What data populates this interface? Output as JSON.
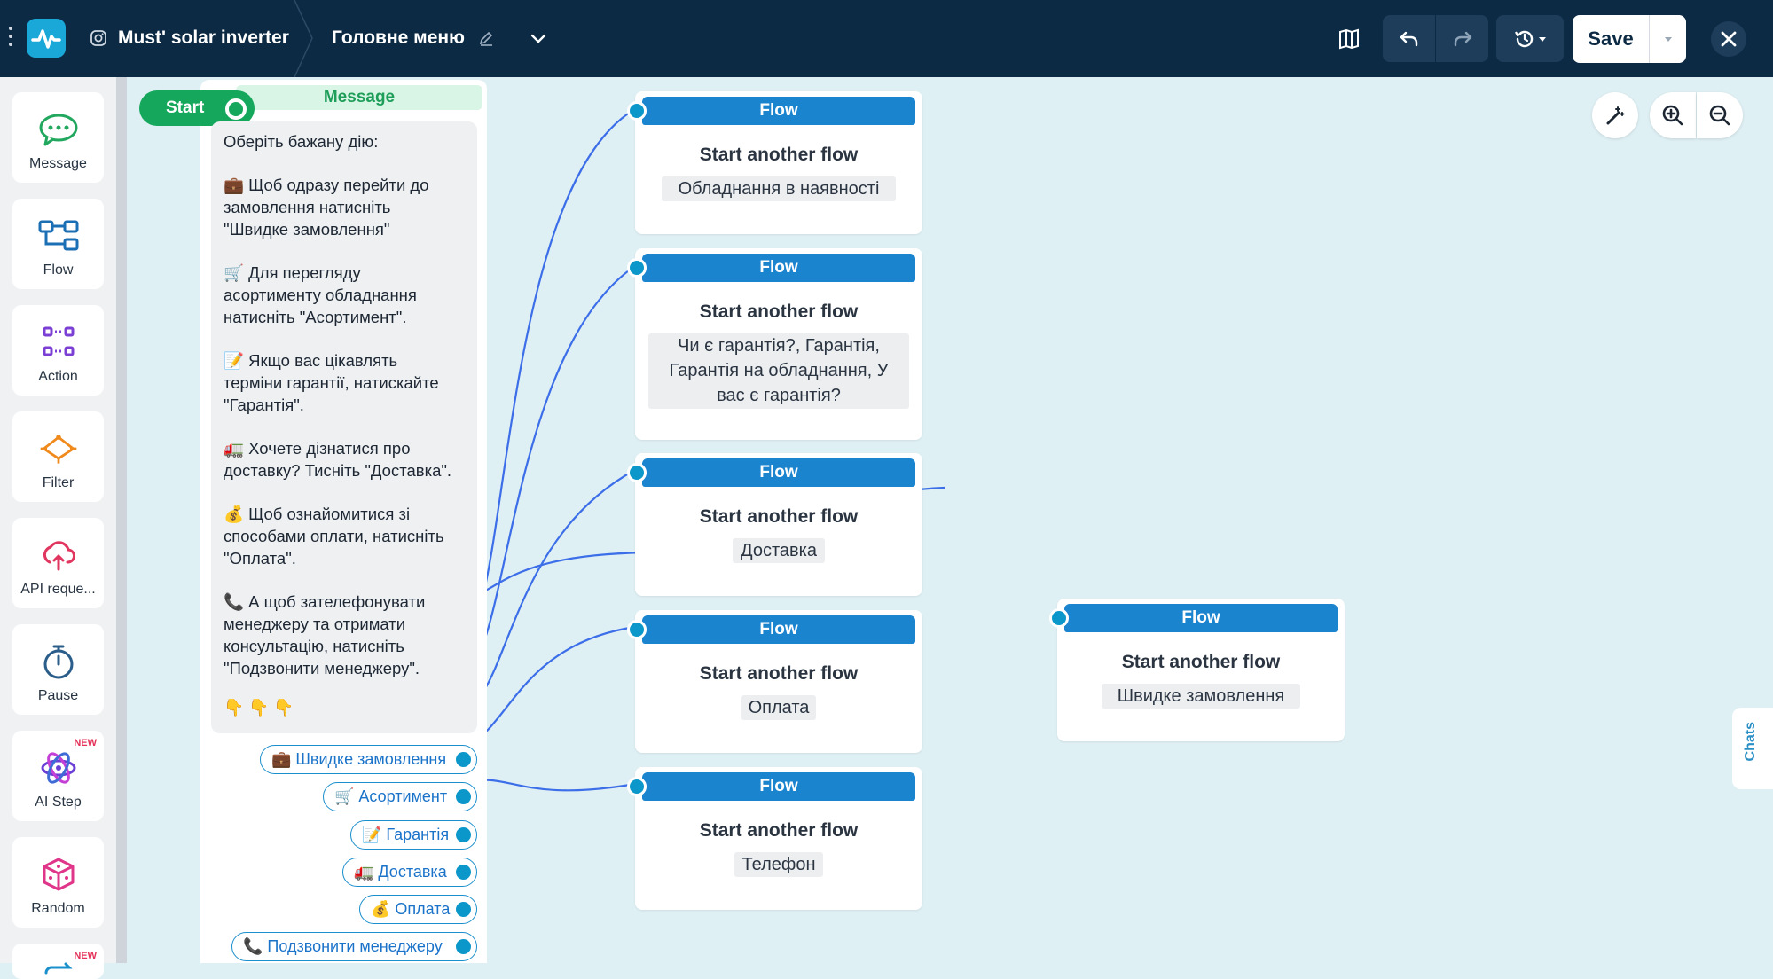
{
  "topbar": {
    "bot_name": "Must' solar inverter",
    "flow_name": "Головне меню",
    "save_label": "Save"
  },
  "sidebar": {
    "items": [
      {
        "label": "Message",
        "icon": "message-icon"
      },
      {
        "label": "Flow",
        "icon": "flow-icon"
      },
      {
        "label": "Action",
        "icon": "action-icon"
      },
      {
        "label": "Filter",
        "icon": "filter-icon"
      },
      {
        "label": "API reque...",
        "icon": "api-request-icon"
      },
      {
        "label": "Pause",
        "icon": "pause-icon"
      },
      {
        "label": "AI Step",
        "icon": "ai-step-icon",
        "badge": "NEW"
      },
      {
        "label": "Random",
        "icon": "random-icon"
      },
      {
        "label": "",
        "icon": "next-block-icon",
        "badge": "NEW"
      }
    ]
  },
  "message_node": {
    "start_label": "Start",
    "header": "Message",
    "lines": [
      "Оберіть бажану дію:",
      "💼 Щоб одразу перейти до",
      "замовлення натисніть",
      "\"Швидке замовлення\"",
      "🛒 Для перегляду",
      "асортименту обладнання",
      "натисніть \"Асортимент\".",
      "📝 Якщо вас цікавлять",
      "терміни гарантії, натискайте",
      "\"Гарантія\".",
      "🚛 Хочете дізнатися про",
      "доставку? Тисніть \"Доставка\".",
      "💰 Щоб ознайомитися зі",
      "способами оплати, натисніть",
      "\"Оплата\".",
      "📞 А щоб зателефонувати",
      "менеджеру та отримати",
      "консультацію, натисніть",
      "\"Подзвонити менеджеру\".",
      "👇 👇 👇"
    ],
    "buttons": [
      "💼 Швидке замовлення",
      "🛒 Асортимент",
      "📝 Гарантія",
      "🚛 Доставка",
      "💰 Оплата",
      "📞 Подзвонити менеджеру"
    ]
  },
  "flow_nodes": [
    {
      "header": "Flow",
      "subtitle": "Start another flow",
      "target": "Обладнання в наявності"
    },
    {
      "header": "Flow",
      "subtitle": "Start another flow",
      "target_lines": [
        "Чи є гарантія?, Гарантія,",
        "Гарантія на обладнання, У",
        "вас є гарантія?"
      ]
    },
    {
      "header": "Flow",
      "subtitle": "Start another flow",
      "target": "Доставка"
    },
    {
      "header": "Flow",
      "subtitle": "Start another flow",
      "target": "Оплата"
    },
    {
      "header": "Flow",
      "subtitle": "Start another flow",
      "target": "Телефон"
    },
    {
      "header": "Flow",
      "subtitle": "Start another flow",
      "target": "Швидке замовлення"
    }
  ],
  "chats_tab_label": "Chats",
  "colors": {
    "topbar": "#0c2a43",
    "canvas": "#dff0f4",
    "flow_header": "#1b84cf",
    "wire": "#3b6ee8",
    "start": "#15a85c"
  }
}
